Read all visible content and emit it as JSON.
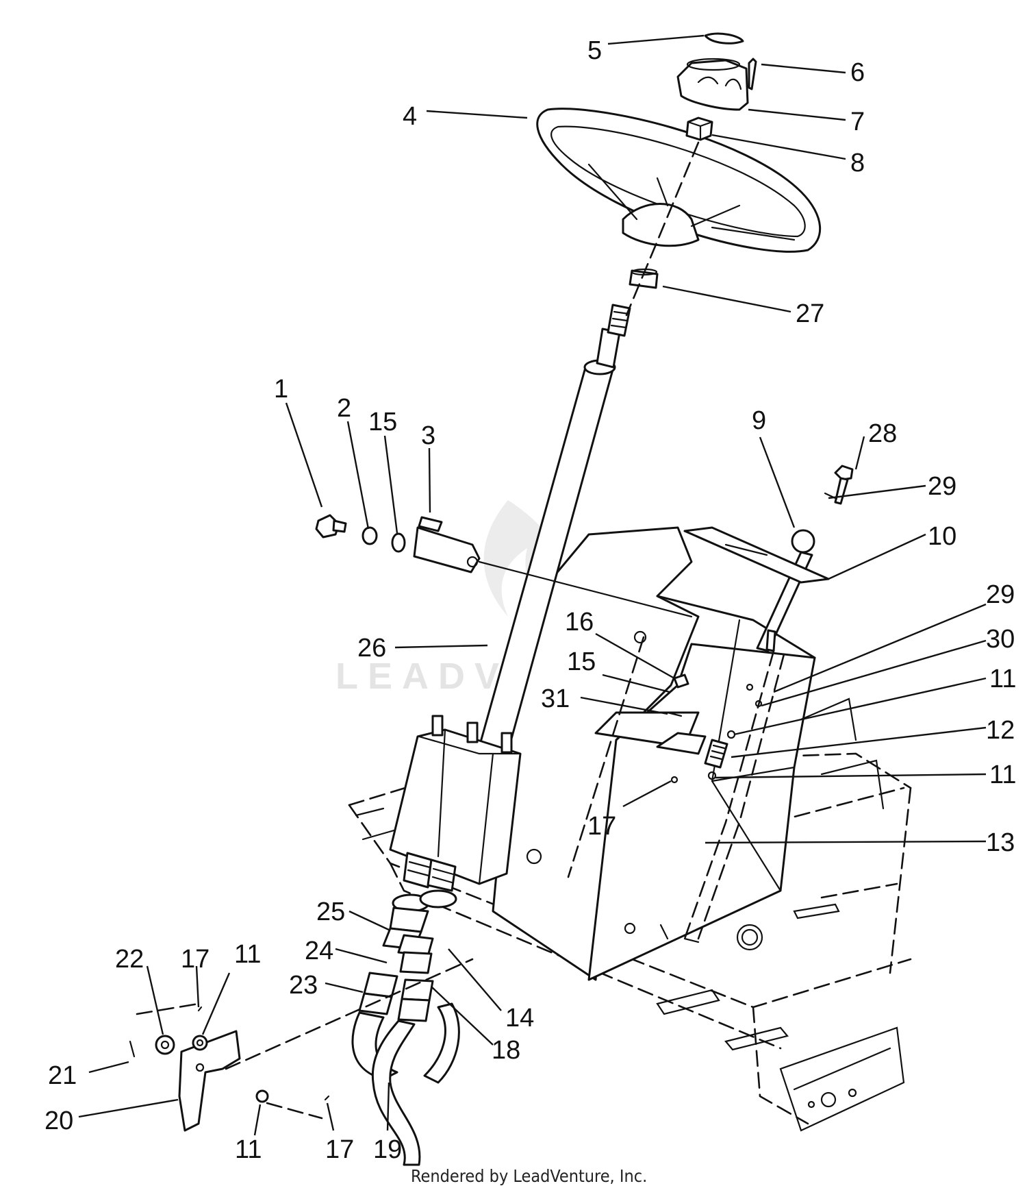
{
  "watermark": "LEADVENTURE",
  "credit": "Rendered by LeadVenture, Inc.",
  "callouts": [
    {
      "label": "5"
    },
    {
      "label": "6"
    },
    {
      "label": "4"
    },
    {
      "label": "7"
    },
    {
      "label": "8"
    },
    {
      "label": "27"
    },
    {
      "label": "1"
    },
    {
      "label": "2"
    },
    {
      "label": "15"
    },
    {
      "label": "3"
    },
    {
      "label": "9"
    },
    {
      "label": "28"
    },
    {
      "label": "29"
    },
    {
      "label": "10"
    },
    {
      "label": "29"
    },
    {
      "label": "16"
    },
    {
      "label": "30"
    },
    {
      "label": "26"
    },
    {
      "label": "15"
    },
    {
      "label": "11"
    },
    {
      "label": "31"
    },
    {
      "label": "12"
    },
    {
      "label": "11"
    },
    {
      "label": "17"
    },
    {
      "label": "13"
    },
    {
      "label": "25"
    },
    {
      "label": "22"
    },
    {
      "label": "17"
    },
    {
      "label": "11"
    },
    {
      "label": "24"
    },
    {
      "label": "14"
    },
    {
      "label": "23"
    },
    {
      "label": "18"
    },
    {
      "label": "21"
    },
    {
      "label": "20"
    },
    {
      "label": "11"
    },
    {
      "label": "17"
    },
    {
      "label": "19"
    }
  ]
}
